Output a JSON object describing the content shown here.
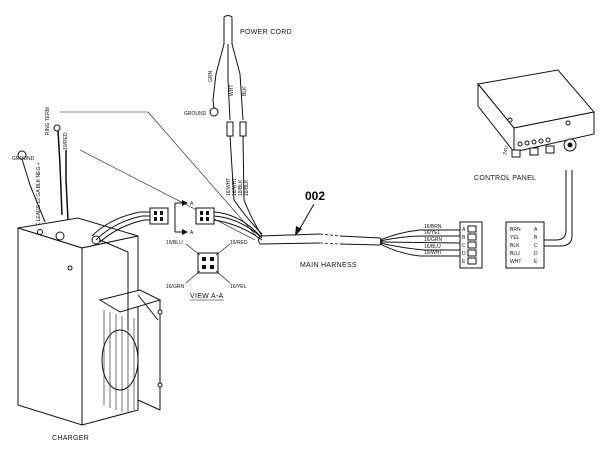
{
  "labels": {
    "power_cord": "POWER CORD",
    "ground_top": "GROUND",
    "wire_grn": "GRN",
    "wire_wht": "WHT",
    "wire_blk": "BLK",
    "ground_left": "GROUND",
    "ring_term": "RING TERM",
    "wire_10red": "10/RED",
    "charger_leads": "DC LEADS 12 GA BLK NEG +",
    "harness_wires": [
      "16/WHT",
      "16/WHT",
      "18/BLK",
      "18/BLK"
    ],
    "connector_a_top": "A",
    "connector_a_bottom": "A",
    "view_pins": [
      "16/BLU",
      "16/RED",
      "16/GRN",
      "16/YEL"
    ],
    "view_caption": "VIEW A-A",
    "callout": "002",
    "main_harness": "MAIN HARNESS",
    "harness_end_wires": [
      "16/BRN",
      "16/YEL",
      "16/GRN",
      "16/BLU",
      "16/WHT"
    ],
    "plug_letters": [
      "A",
      "B",
      "C",
      "D",
      "E"
    ],
    "socket_colors": [
      "BRN",
      "YEL",
      "BLK",
      "BLU",
      "WHT"
    ],
    "socket_letters": [
      "A",
      "B",
      "C",
      "D",
      "E"
    ],
    "panel_voltage": "24V",
    "control_panel": "CONTROL PANEL",
    "charger": "CHARGER"
  }
}
